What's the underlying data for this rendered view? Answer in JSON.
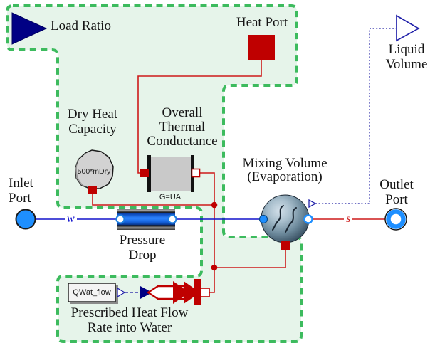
{
  "colors": {
    "region_fill": "#e6f4ea",
    "region_border": "#3dbb5e",
    "heat_red": "#bf0000",
    "heat_line": "#cd1a1a",
    "fluid_blue": "#1212cc",
    "signal_navy": "#3c3cb0",
    "port_blue": "#1e8fff",
    "navy": "#000084",
    "component_gray": "#c9c9c9"
  },
  "labels": {
    "load_ratio": "Load Ratio",
    "heat_port": "Heat Port",
    "liquid_volume": [
      "Liquid",
      "Volume"
    ],
    "dry_heat_capacity": [
      "Dry Heat",
      "Capacity"
    ],
    "thermal_conductance": [
      "Overall",
      "Thermal",
      "Conductance"
    ],
    "mixing_volume": [
      "Mixing Volume",
      "(Evaporation)"
    ],
    "inlet_port": [
      "Inlet",
      "Port"
    ],
    "outlet_port": [
      "Outlet",
      "Port"
    ],
    "pressure_drop": [
      "Pressure",
      "Drop"
    ],
    "prescribed_heat_flow": [
      "Prescribed Heat Flow",
      "Rate into Water"
    ]
  },
  "component_text": {
    "capacity_formula": "500*mDry",
    "conductance_formula": "G=UA",
    "heat_flow_signal": "QWat_flow"
  },
  "line_labels": {
    "water": "w",
    "steam": "s"
  }
}
